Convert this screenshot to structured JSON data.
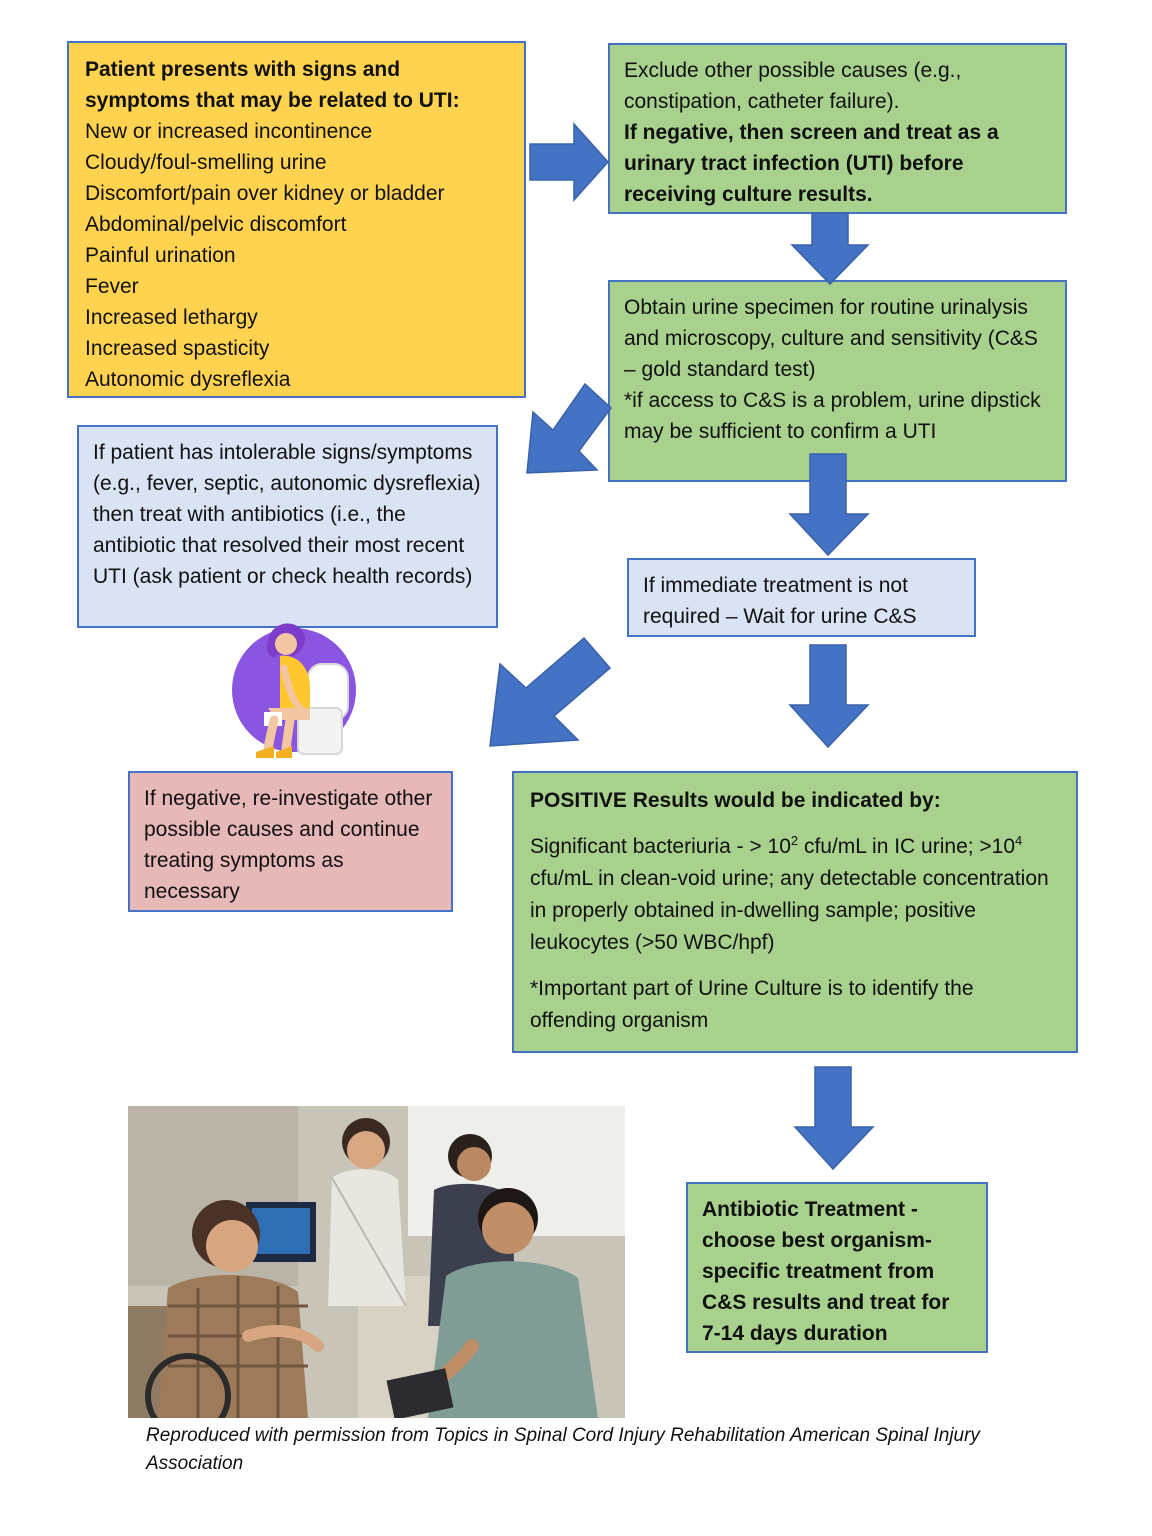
{
  "symptoms_box": {
    "heading": "Patient presents with signs and symptoms that may be related to UTI:",
    "items": [
      "New or increased incontinence",
      "Cloudy/foul-smelling urine",
      "Discomfort/pain over kidney or bladder",
      "Abdominal/pelvic discomfort",
      "Painful urination",
      "Fever",
      "Increased lethargy",
      "Increased spasticity",
      "Autonomic dysreflexia"
    ]
  },
  "exclude_box": {
    "text": "Exclude other possible causes (e.g., constipation, catheter failure).",
    "bold": "If negative, then screen and treat as a urinary tract infection (UTI) before receiving culture results."
  },
  "specimen_box": {
    "text": "Obtain urine specimen for routine urinalysis and microscopy, culture and sensitivity (C&S – gold standard test)",
    "note": "*if access to C&S is a problem, urine dipstick may be sufficient to confirm a UTI"
  },
  "intolerable_box": {
    "text": "If patient has intolerable signs/symptoms (e.g., fever, septic, autonomic dysreflexia) then treat with antibiotics (i.e., the antibiotic that resolved their most recent UTI (ask patient or check health records)"
  },
  "wait_box": {
    "text": "If immediate treatment is not required – Wait for urine C&S"
  },
  "negative_box": {
    "text": "If negative, re-investigate other possible causes and continue treating symptoms as necessary"
  },
  "positive_box": {
    "heading": "POSITIVE Results would be indicated by:",
    "p1_a": "Significant bacteriuria - > 10",
    "p1_sup1": "2",
    "p1_b": " cfu/mL in IC urine; >10",
    "p1_sup2": "4",
    "p1_c": " cfu/mL in clean-void urine; any detectable concentration in properly obtained in-dwelling sample; positive leukocytes (>50 WBC/hpf)",
    "p2": "*Important part of Urine Culture is to identify the offending organism"
  },
  "treatment_box": {
    "text": "Antibiotic Treatment - choose best organism-specific treatment from C&S results and treat for 7-14 days duration"
  },
  "caption": "Reproduced with permission from Topics in Spinal Cord Injury Rehabilitation American Spinal Injury Association",
  "colors": {
    "yellow": "#ffd24f",
    "green": "#a9d18e",
    "blue": "#dae3f3",
    "pink": "#e6b8b7",
    "border": "#4472c4",
    "arrow": "#4472c4"
  },
  "icons": [
    "arrow-right-icon",
    "arrow-down-icon",
    "arrow-down-left-icon",
    "toilet-illustration",
    "people-photo"
  ]
}
